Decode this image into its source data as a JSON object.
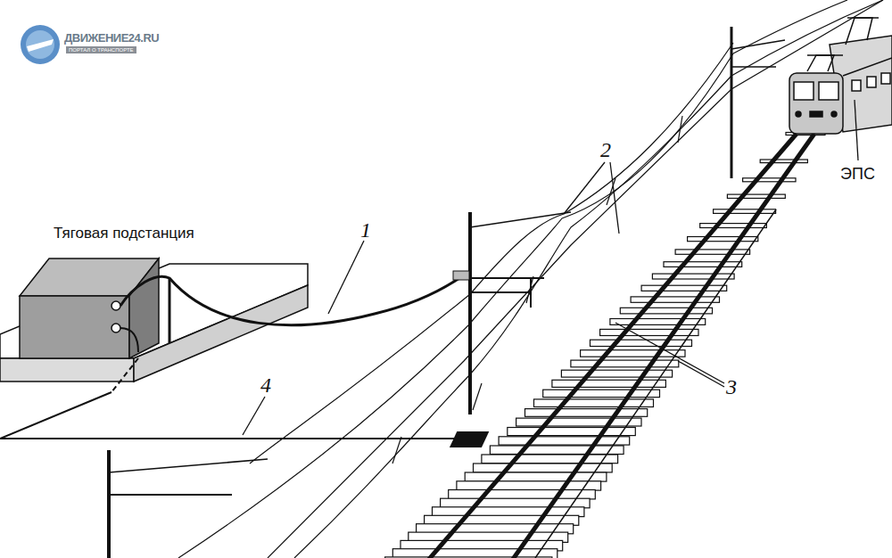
{
  "diagram": {
    "nodes": [
      {
        "text": [
          "Тяговая подстанция"
        ]
      }
    ],
    "labels": [
      "1",
      "2",
      "3",
      "4",
      "ЭПС",
      "ДВИЖЕНИЕ24.RU",
      "ПОРТАЛ О ТРАНСПОРТЕ"
    ]
  }
}
